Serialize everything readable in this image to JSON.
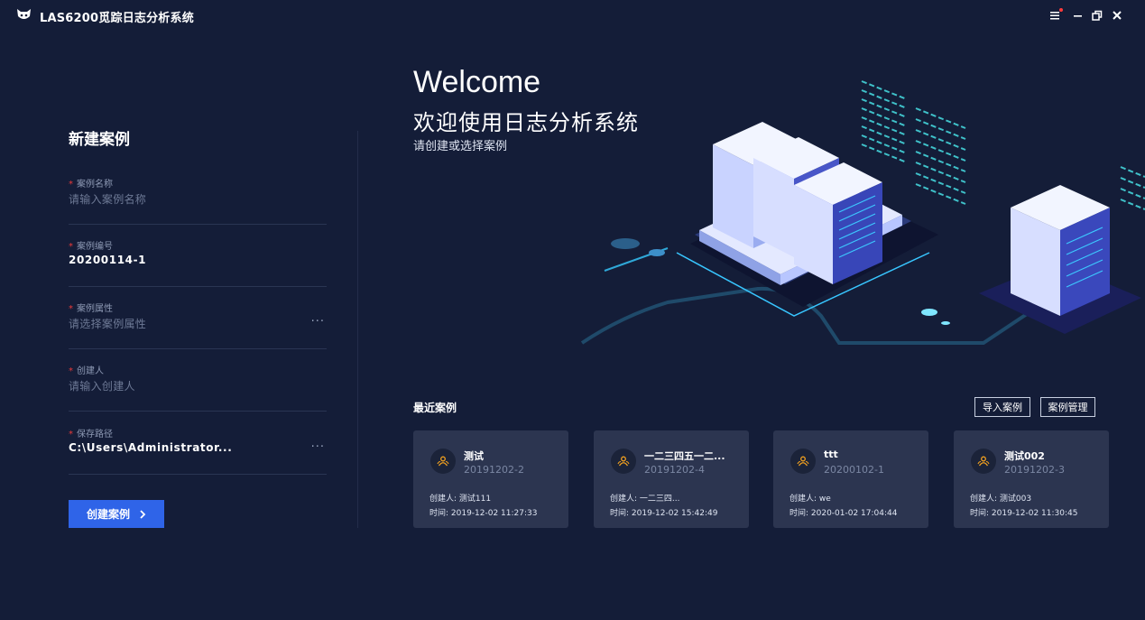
{
  "app": {
    "title": "LAS6200觅踪日志分析系统",
    "icons": {
      "logo": "cat-face-logo-icon",
      "menu": "hamburger-menu-icon",
      "minimize": "minimize-icon",
      "restore": "restore-icon",
      "close": "close-icon"
    }
  },
  "form": {
    "title": "新建案例",
    "required_mark": "*",
    "fields": [
      {
        "label": "案例名称",
        "value": "",
        "placeholder": "请输入案例名称"
      },
      {
        "label": "案例编号",
        "value": "20200114-1",
        "placeholder": ""
      },
      {
        "label": "案例属性",
        "value": "",
        "placeholder": "请选择案例属性",
        "more": "···"
      },
      {
        "label": "创建人",
        "value": "",
        "placeholder": "请输入创建人"
      },
      {
        "label": "保存路径",
        "value": "C:\\Users\\Administrator...",
        "placeholder": "",
        "more": "···"
      }
    ],
    "create_button": "创建案例",
    "create_button_icon": "chevron-right-icon"
  },
  "welcome": {
    "title": "Welcome",
    "subtitle": "欢迎使用日志分析系统",
    "hint": "请创建或选择案例"
  },
  "recent": {
    "title": "最近案例",
    "import_button": "导入案例",
    "manage_button": "案例管理",
    "cards": [
      {
        "name": "测试",
        "code": "20191202-2",
        "creator": "创建人: 测试111",
        "time": "时间: 2019-12-02 11:27:33"
      },
      {
        "name": "一二三四五一二...",
        "code": "20191202-4",
        "creator": "创建人: 一二三四...",
        "time": "时间: 2019-12-02 15:42:49"
      },
      {
        "name": "ttt",
        "code": "20200102-1",
        "creator": "创建人: we",
        "time": "时间: 2020-01-02 17:04:44"
      },
      {
        "name": "测试002",
        "code": "20191202-3",
        "creator": "创建人: 测试003",
        "time": "时间: 2019-12-02 11:30:45"
      }
    ],
    "card_icon": "users-group-icon"
  },
  "colors": {
    "background": "#141d38",
    "accent": "#2f64e8",
    "card": "#2c3550",
    "required": "#e83a3a",
    "card_icon": "#f0a020"
  }
}
